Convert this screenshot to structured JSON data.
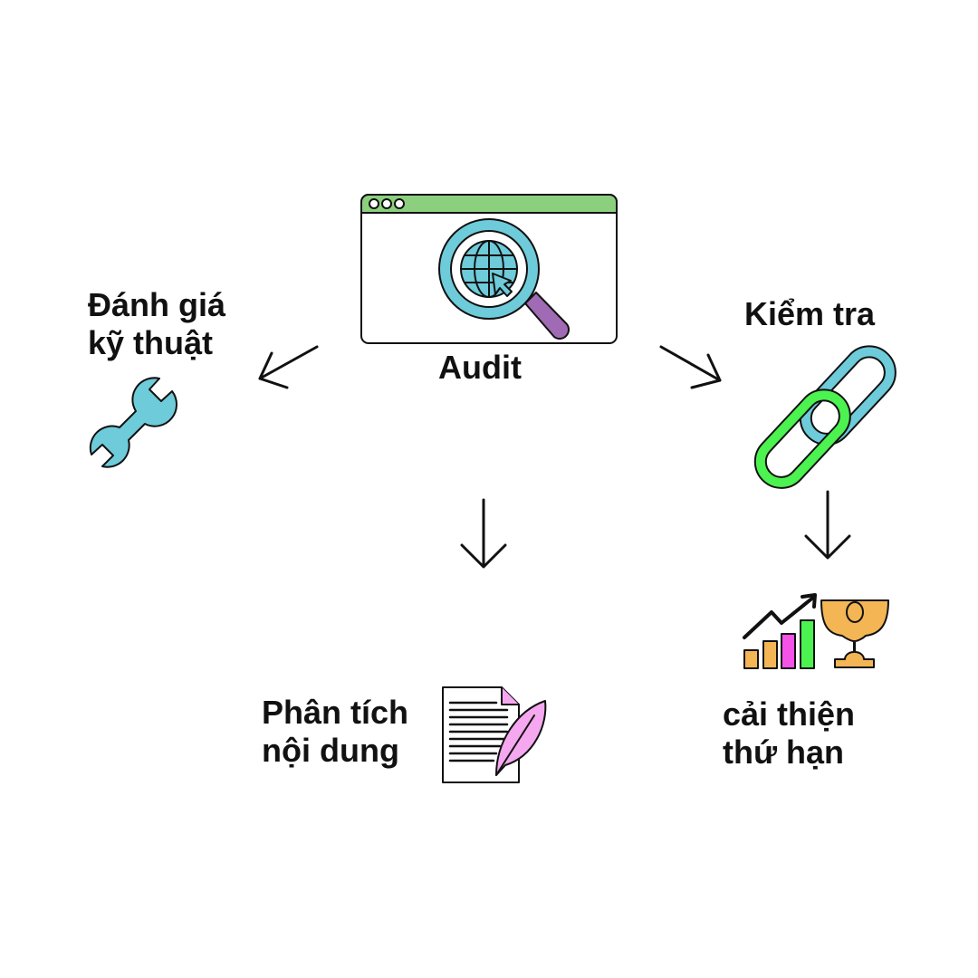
{
  "center": {
    "label": "Audit"
  },
  "nodes": {
    "technical": "Đánh giá\nkỹ thuật",
    "links": "Kiểm tra",
    "content": "Phân tích\nnội dung",
    "ranking": "cải thiện\nthứ hạn"
  },
  "colors": {
    "green": "#8ccf7e",
    "blue": "#6ecbd9",
    "purple": "#a06ab4",
    "lime": "#4cf24f",
    "pink": "#f552e8",
    "orange": "#f4b554",
    "lightpink": "#f5a8ef"
  }
}
